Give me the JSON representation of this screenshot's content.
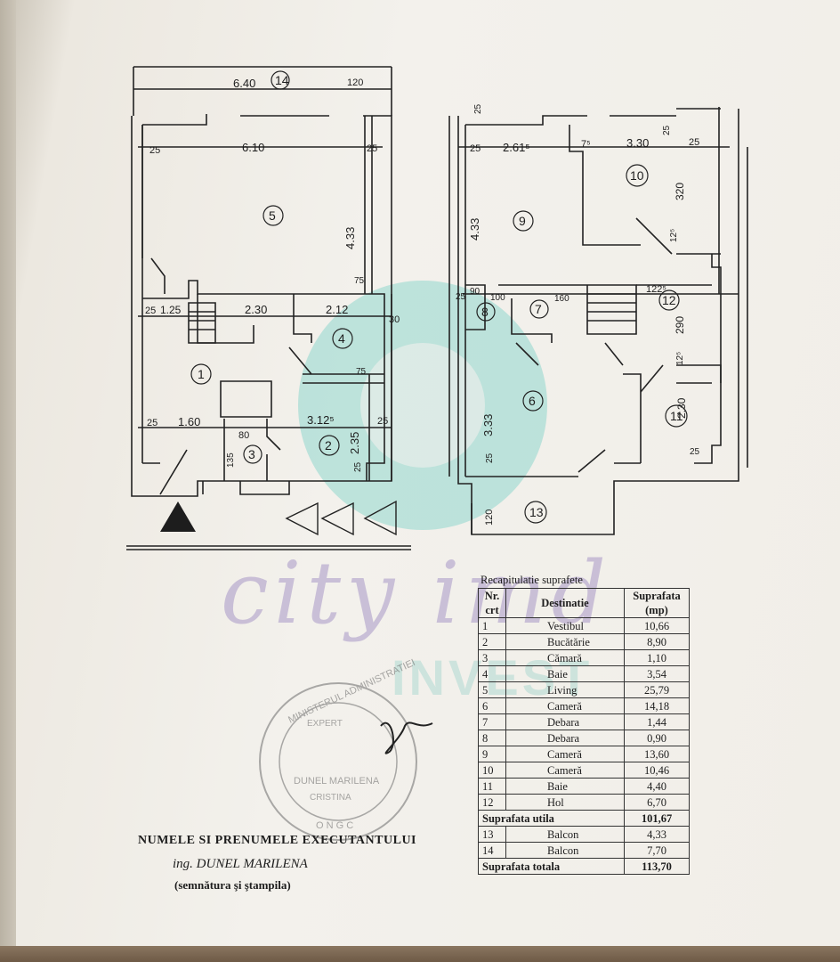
{
  "plan": {
    "dimensions": {
      "d640": "6.40",
      "d610": "6.10",
      "d120a": "120",
      "d25a": "25",
      "d25b": "25",
      "d25c": "25",
      "d433a": "4.33",
      "d75a": "75",
      "d125": "1.25",
      "d230": "2.30",
      "d212": "2.12",
      "d30": "30",
      "d75b": "75",
      "d160": "1.60",
      "d3125": "3.12⁵",
      "d235": "2.35",
      "d80": "80",
      "d135": "135",
      "d25d": "25",
      "d25e": "25",
      "d25f": "25",
      "r25a": "25",
      "r2615": "2.61⁵",
      "r75": "7⁵",
      "r330": "3.30",
      "r25b": "25",
      "r25c": "25",
      "r320": "320",
      "r433": "4.33",
      "r1225a": "12⁵",
      "r25d": "25",
      "r90": "90",
      "r100": "100",
      "r160": "160",
      "r1225": "122⁵",
      "r290": "290",
      "r125b": "12⁵",
      "r333": "3.33",
      "r230": "2.30",
      "r25e": "25",
      "r25f": "25",
      "r120": "120",
      "r25g": "25"
    },
    "rooms": [
      "1",
      "2",
      "3",
      "4",
      "5",
      "6",
      "7",
      "8",
      "9",
      "10",
      "11",
      "12",
      "13",
      "14"
    ]
  },
  "watermark": {
    "script": "city imd",
    "sub": "INVEST"
  },
  "table": {
    "title": "Recapitulatie suprafete",
    "headers": {
      "nr": "Nr. crt",
      "destinatie": "Destinatie",
      "suprafata": "Suprafata (mp)"
    },
    "rows": [
      {
        "nr": "1",
        "dest": "Vestibul",
        "val": "10,66"
      },
      {
        "nr": "2",
        "dest": "Bucătărie",
        "val": "8,90"
      },
      {
        "nr": "3",
        "dest": "Cămară",
        "val": "1,10"
      },
      {
        "nr": "4",
        "dest": "Baie",
        "val": "3,54"
      },
      {
        "nr": "5",
        "dest": "Living",
        "val": "25,79"
      },
      {
        "nr": "6",
        "dest": "Cameră",
        "val": "14,18"
      },
      {
        "nr": "7",
        "dest": "Debara",
        "val": "1,44"
      },
      {
        "nr": "8",
        "dest": "Debara",
        "val": "0,90"
      },
      {
        "nr": "9",
        "dest": "Cameră",
        "val": "13,60"
      },
      {
        "nr": "10",
        "dest": "Cameră",
        "val": "10,46"
      },
      {
        "nr": "11",
        "dest": "Baie",
        "val": "4,40"
      },
      {
        "nr": "12",
        "dest": "Hol",
        "val": "6,70"
      }
    ],
    "util_label": "Suprafata utila",
    "util_val": "101,67",
    "balcony_rows": [
      {
        "nr": "13",
        "dest": "Balcon",
        "val": "4,33"
      },
      {
        "nr": "14",
        "dest": "Balcon",
        "val": "7,70"
      }
    ],
    "total_label": "Suprafata totala",
    "total_val": "113,70"
  },
  "executant": {
    "title": "NUMELE SI PRENUMELE EXECUTANTULUI",
    "name": "ing. DUNEL  MARILENA",
    "note": "(semnătura şi ştampila)"
  },
  "stamp": {
    "ring_text": "MINISTERUL ADMINISTRATIEI",
    "lines": [
      "EXPERT",
      "DUNEL MARILENA",
      "CRISTINA",
      "O N G C"
    ]
  }
}
